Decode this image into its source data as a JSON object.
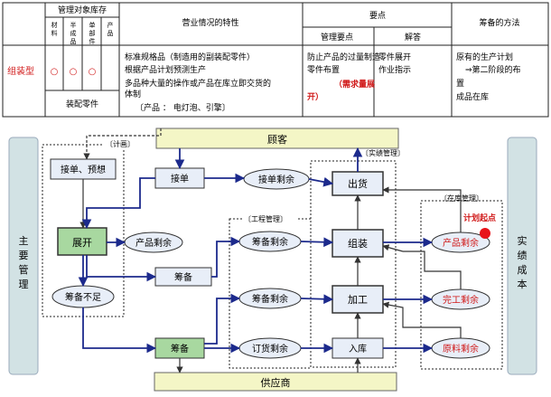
{
  "table": {
    "h_mgmt_target": "管理对象库存",
    "h_material": "材\n料",
    "h_semi": "半\n成\n品",
    "h_parts": "单\n部\n件",
    "h_product": "产\n品",
    "h_characteristics": "营业情况的特性",
    "h_key_points": "要点",
    "h_mgmt_points": "管理要点",
    "h_solution": "解答",
    "h_method": "筹备的方法",
    "row_label": "组装型",
    "mark": "○",
    "assembly_parts": "装配零件",
    "char_1": "标准规格品（制造用的副装配零件）",
    "char_2": "根据产品计划预测生产",
    "char_3a": "多品种大量的操作或产品在库立即交货的",
    "char_3b": "体制",
    "char_4": "〔产品 ： 电灯泡、引擎〕",
    "mgmt_1": "防止产品的过量制造",
    "mgmt_2": "零件布置",
    "mgmt_3a": "（需求量展",
    "mgmt_3b": "开）",
    "sol_1": "零件展开",
    "sol_2": "作业指示",
    "method_1": "原有的生产计划",
    "method_2": "⇒第二阶段的布",
    "method_3": "置",
    "method_4": "成品在库"
  },
  "diagram": {
    "customer": "顾客",
    "supplier": "供应商",
    "main_management": "主要管理",
    "actual_cost": "实绩成本",
    "group_plan": "〔计画〕",
    "group_exec": "〔实绩管理〕",
    "group_process": "〔工程管理〕",
    "group_stock": "〔在库管理〕",
    "node_order_forecast": "接单、预想",
    "node_expand": "展开",
    "node_short": "筹备不足",
    "node_receive": "接单",
    "node_receive_rest": "接单剩余",
    "node_product_rest": "产品剩余",
    "node_procure": "筹备",
    "node_procure_main": "筹备",
    "node_procure_rest1": "筹备剩余",
    "node_procure_rest2": "筹备剩余",
    "node_order_rest": "订货剩余",
    "node_ship": "出货",
    "node_assemble": "组装",
    "node_process": "加工",
    "node_receive_stock": "入库",
    "node_stock_product": "产品剩余",
    "node_stock_wip": "完工剩余",
    "node_stock_raw": "原料剩余",
    "plan_start": "计划起点"
  },
  "colors": {
    "red": "#d01818",
    "blue": "#1c2a8c",
    "box_fill": "#e8eef8",
    "banner_fill": "#f4f6c6",
    "side_fill": "#d2e2e4",
    "main_node": "#a8d8a0",
    "purple": "#6b1a8c"
  }
}
